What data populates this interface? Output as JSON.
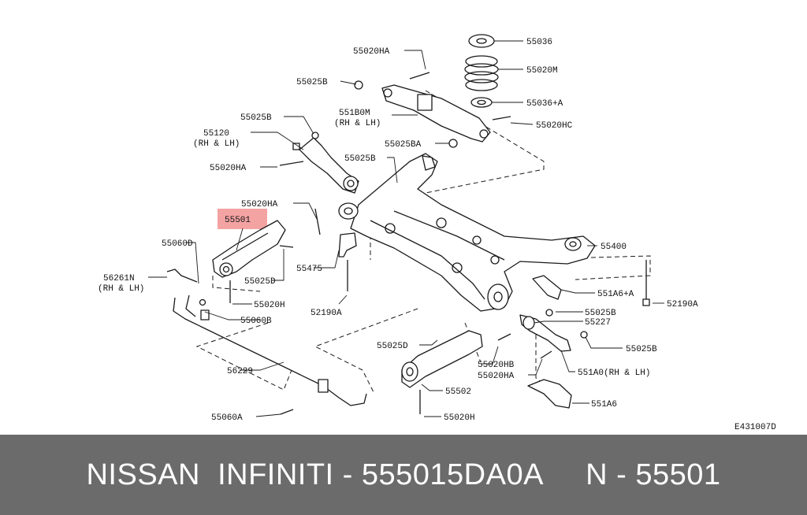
{
  "diagram": {
    "code": "E431007D",
    "highlight_color": "#f4a3a3",
    "labels": [
      {
        "id": "p55036",
        "text": "55036"
      },
      {
        "id": "p55020M",
        "text": "55020M"
      },
      {
        "id": "p55036A",
        "text": "55036+A"
      },
      {
        "id": "p55020HC",
        "text": "55020HC"
      },
      {
        "id": "p55020HA_top",
        "text": "55020HA"
      },
      {
        "id": "p55025B_1",
        "text": "55025B"
      },
      {
        "id": "p551B0M",
        "text": "551B0M"
      },
      {
        "id": "p551B0M_sub",
        "text": "(RH & LH)"
      },
      {
        "id": "p55025B_2",
        "text": "55025B"
      },
      {
        "id": "p55025BA",
        "text": "55025BA"
      },
      {
        "id": "p55120",
        "text": "55120"
      },
      {
        "id": "p55120_sub",
        "text": "(RH & LH)"
      },
      {
        "id": "p55025B_3",
        "text": "55025B"
      },
      {
        "id": "p55020HA_2",
        "text": "55020HA"
      },
      {
        "id": "p55020HA_3",
        "text": "55020HA"
      },
      {
        "id": "p55501",
        "text": "55501"
      },
      {
        "id": "p55060D",
        "text": "55060D"
      },
      {
        "id": "p55025D_1",
        "text": "55025D"
      },
      {
        "id": "p55475",
        "text": "55475"
      },
      {
        "id": "p56261N",
        "text": "56261N"
      },
      {
        "id": "p56261N_sub",
        "text": "(RH & LH)"
      },
      {
        "id": "p55020H_1",
        "text": "55020H"
      },
      {
        "id": "p55060B",
        "text": "55060B"
      },
      {
        "id": "p52190A_1",
        "text": "52190A"
      },
      {
        "id": "p55400",
        "text": "55400"
      },
      {
        "id": "p551A6A",
        "text": "551A6+A"
      },
      {
        "id": "p52190A_2",
        "text": "52190A"
      },
      {
        "id": "p55025B_4",
        "text": "55025B"
      },
      {
        "id": "p55227",
        "text": "55227"
      },
      {
        "id": "p55025D_2",
        "text": "55025D"
      },
      {
        "id": "p55025B_5",
        "text": "55025B"
      },
      {
        "id": "p55020HB",
        "text": "55020HB"
      },
      {
        "id": "p55020HA_4",
        "text": "55020HA"
      },
      {
        "id": "p551A0",
        "text": "551A0(RH & LH)"
      },
      {
        "id": "p56229",
        "text": "56229"
      },
      {
        "id": "p55502",
        "text": "55502"
      },
      {
        "id": "p551A6",
        "text": "551A6"
      },
      {
        "id": "p55060A",
        "text": "55060A"
      },
      {
        "id": "p55020H_2",
        "text": "55020H"
      }
    ]
  },
  "banner": {
    "text": "NISSAN  INFINITI - 555015DA0A     N - 55501",
    "background": "#6b6b6b"
  }
}
